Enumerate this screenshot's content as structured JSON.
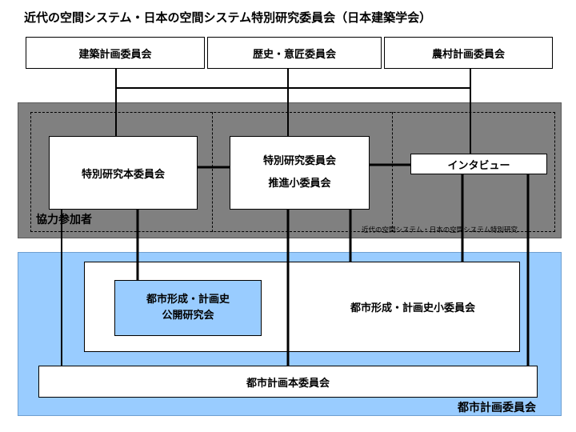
{
  "title": "近代の空間システム・日本の空間システム特別研究委員会（日本建築学会）",
  "top_committees": {
    "architecture_planning": "建築計画委員会",
    "history_design": "歴史・意匠委員会",
    "rural_planning": "農村計画委員会"
  },
  "special_research": {
    "participants_label": "協力参加者",
    "footer_note": "近代の空間システム・日本の空間システム特別研究",
    "main_committee": "特別研究本委員会",
    "promotion_committee_line1": "特別研究委員会",
    "promotion_committee_line2": "推進小委員会",
    "interview": "インタビュー"
  },
  "urban_planning": {
    "committee_label": "都市計画委員会",
    "history_subcommittee": "都市形成・計画史小委員会",
    "open_seminar_line1": "都市形成・計画史",
    "open_seminar_line2": "公開研究会",
    "main_committee": "都市計画本委員会"
  },
  "colors": {
    "special_research_background": "#808080",
    "urban_planning_background": "#99ccff",
    "open_seminar_background": "#99ccff",
    "box_background": "#ffffff",
    "line": "#000000"
  }
}
